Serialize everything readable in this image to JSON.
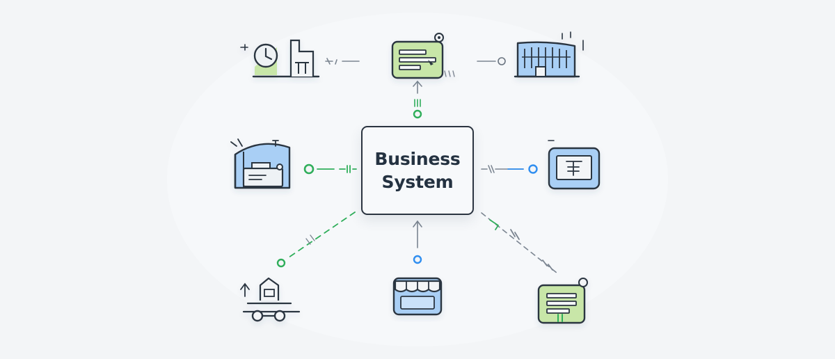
{
  "hub": {
    "title_line1": "Business",
    "title_line2": "System"
  },
  "nodes": [
    {
      "id": "time-office",
      "icon": "clock-office-icon",
      "position": "top-left"
    },
    {
      "id": "document",
      "icon": "document-card-icon",
      "position": "top"
    },
    {
      "id": "building",
      "icon": "office-building-icon",
      "position": "top-right"
    },
    {
      "id": "warehouse",
      "icon": "warehouse-icon",
      "position": "left"
    },
    {
      "id": "monitor",
      "icon": "monitor-document-icon",
      "position": "right"
    },
    {
      "id": "delivery",
      "icon": "delivery-cart-icon",
      "position": "bottom-left"
    },
    {
      "id": "store",
      "icon": "storefront-icon",
      "position": "bottom"
    },
    {
      "id": "invoice",
      "icon": "invoice-card-icon",
      "position": "bottom-right"
    }
  ],
  "colors": {
    "outline": "#2b3440",
    "green_fill": "#c8e6a8",
    "blue_fill": "#a9cff5",
    "green_accent": "#2fae5a",
    "blue_accent": "#2f8ef0",
    "gray_connector": "#7b8591",
    "background": "#f3f5f7"
  }
}
